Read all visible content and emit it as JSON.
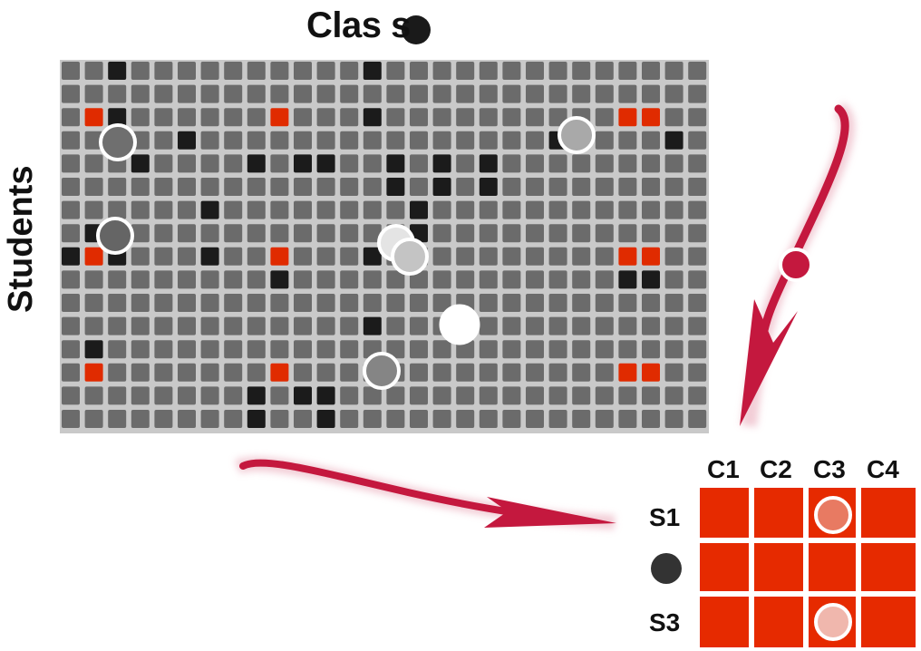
{
  "titles": {
    "columns": "Clas s",
    "rows": "Students"
  },
  "colors": {
    "cell_gray": "#6b6b6b",
    "cell_black": "#1b1b1b",
    "cell_red": "#e02b00",
    "small_cell_red": "#e62a00",
    "arrow": "#c4183e",
    "grid_bg": "#c9c9c9",
    "gap_white": "#ffffff"
  },
  "big_grid": {
    "rows": 16,
    "cols": 28,
    "black_cells": [
      [
        0,
        2
      ],
      [
        0,
        13
      ],
      [
        2,
        2
      ],
      [
        2,
        13
      ],
      [
        3,
        5
      ],
      [
        3,
        21
      ],
      [
        3,
        26
      ],
      [
        4,
        3
      ],
      [
        4,
        8
      ],
      [
        4,
        10
      ],
      [
        4,
        11
      ],
      [
        4,
        14
      ],
      [
        4,
        16
      ],
      [
        4,
        18
      ],
      [
        5,
        14
      ],
      [
        5,
        16
      ],
      [
        5,
        18
      ],
      [
        6,
        6
      ],
      [
        6,
        15
      ],
      [
        7,
        1
      ],
      [
        7,
        15
      ],
      [
        8,
        0
      ],
      [
        8,
        2
      ],
      [
        8,
        6
      ],
      [
        8,
        13
      ],
      [
        9,
        9
      ],
      [
        9,
        24
      ],
      [
        9,
        25
      ],
      [
        11,
        13
      ],
      [
        12,
        1
      ],
      [
        14,
        8
      ],
      [
        14,
        10
      ],
      [
        14,
        11
      ],
      [
        15,
        8
      ],
      [
        15,
        11
      ]
    ],
    "red_cells": [
      [
        2,
        1
      ],
      [
        2,
        9
      ],
      [
        2,
        24
      ],
      [
        2,
        25
      ],
      [
        8,
        1
      ],
      [
        8,
        9
      ],
      [
        8,
        24
      ],
      [
        8,
        25
      ],
      [
        13,
        1
      ],
      [
        13,
        9
      ],
      [
        13,
        24
      ],
      [
        13,
        25
      ]
    ]
  },
  "markers": [
    {
      "fill": "#6f6f6f"
    },
    {
      "fill": "#656565"
    },
    {
      "fill": "#a9a9a9"
    },
    {
      "fill": "#e4e4e4"
    },
    {
      "fill": "#c4c4c4"
    },
    {
      "fill": "#ffffff"
    },
    {
      "fill": "#858585"
    },
    {
      "fill": "#c4183e"
    },
    {
      "fill": "#e87a62"
    },
    {
      "fill": "#f0b7ad"
    },
    {
      "fill": "#333333"
    },
    {
      "fill": "#1a1a1a"
    }
  ],
  "small_grid": {
    "columns": [
      "C1",
      "C2",
      "C3",
      "C4"
    ],
    "rows": [
      "S1",
      "",
      "S3"
    ]
  }
}
